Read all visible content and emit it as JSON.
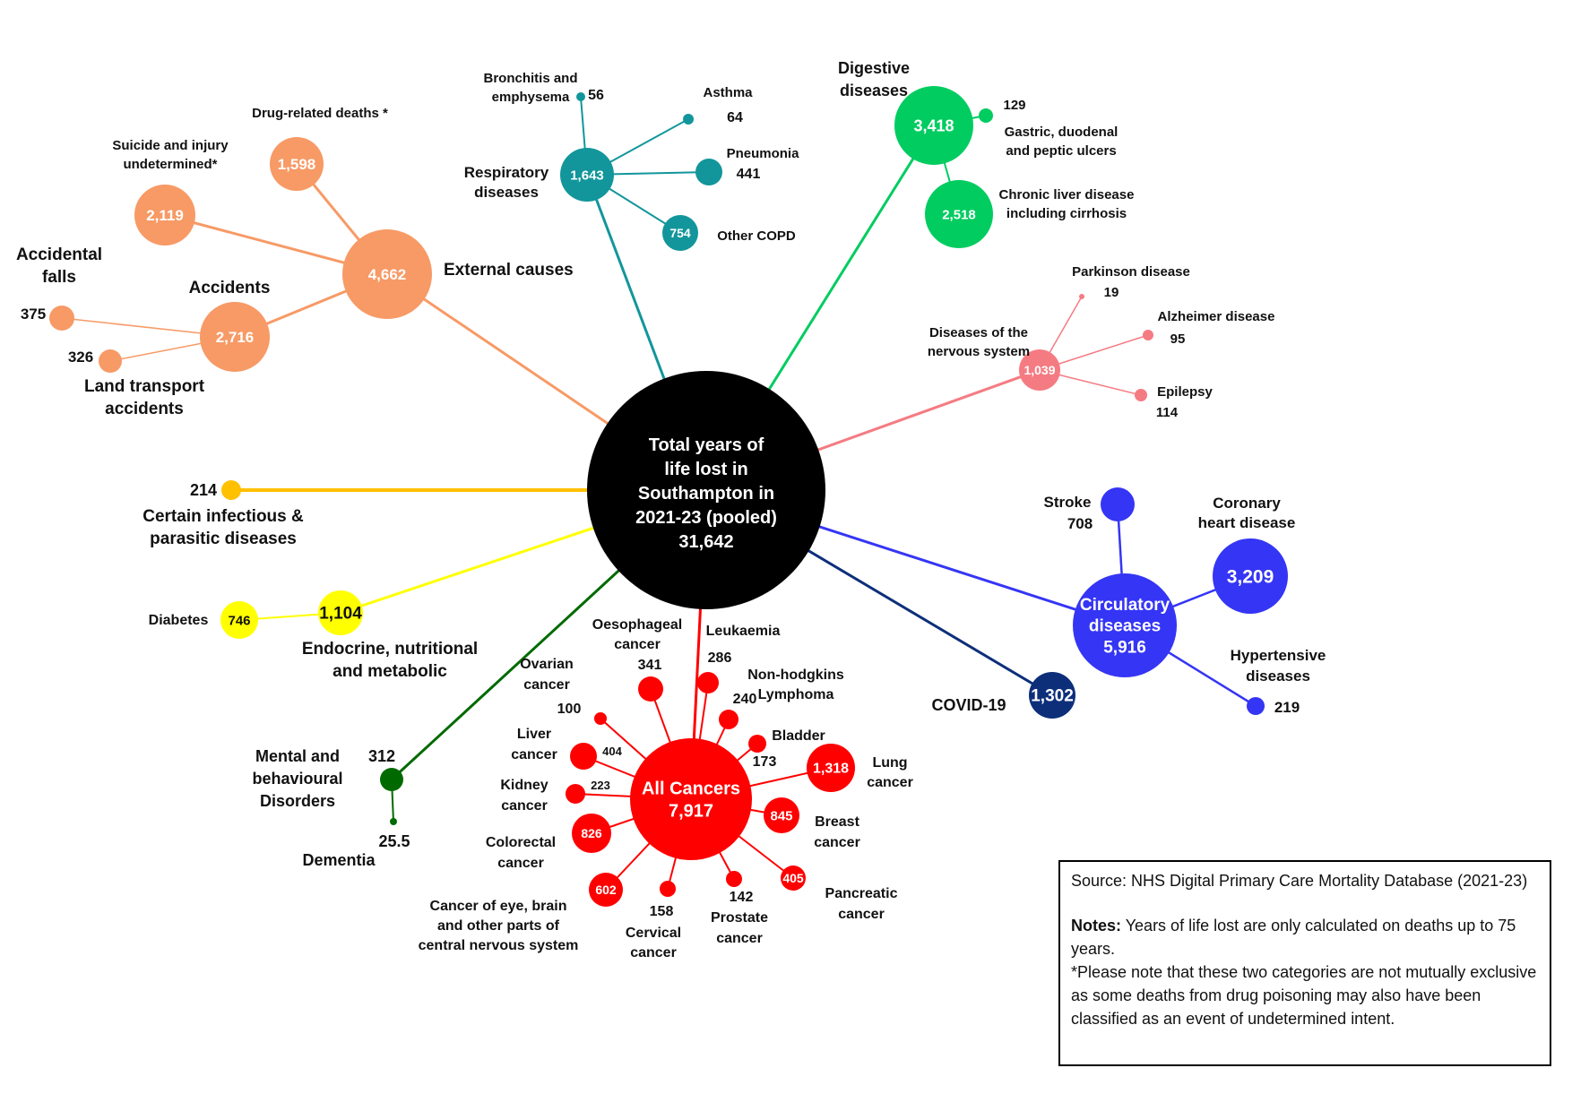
{
  "center": {
    "lines": [
      "Total years of",
      "life lost in",
      "Southampton in",
      "2021-23 (pooled)",
      "31,642"
    ],
    "color": "#000000"
  },
  "colors": {
    "external": "#F79A66",
    "respiratory": "#12969B",
    "digestive": "#00CC60",
    "nervous": "#F57B82",
    "circulatory": "#3535F5",
    "covid": "#0D2F7A",
    "cancer": "#FF0000",
    "mental": "#006A00",
    "endocrine": "#FFFF00",
    "infectious": "#FFC000"
  },
  "nodes": [
    {
      "id": "external",
      "value": "4,662",
      "label": [
        "External causes"
      ]
    },
    {
      "id": "accidents",
      "value": "2,716",
      "label": [
        "Accidents"
      ]
    },
    {
      "id": "falls",
      "value": "375",
      "label": [
        "Accidental",
        "falls"
      ]
    },
    {
      "id": "land",
      "value": "326",
      "label": [
        "Land transport",
        "accidents"
      ]
    },
    {
      "id": "suicide",
      "value": "2,119",
      "label": [
        "Suicide and injury",
        "undetermined*"
      ]
    },
    {
      "id": "drug",
      "value": "1,598",
      "label": [
        "Drug-related deaths *"
      ]
    },
    {
      "id": "respiratory",
      "value": "1,643",
      "label": [
        "Respiratory",
        "diseases"
      ]
    },
    {
      "id": "bronchitis",
      "value": "56",
      "label": [
        "Bronchitis and",
        "emphysema"
      ]
    },
    {
      "id": "asthma",
      "value": "64",
      "label": [
        "Asthma"
      ]
    },
    {
      "id": "pneumonia",
      "value": "441",
      "label": [
        "Pneumonia"
      ]
    },
    {
      "id": "copd",
      "value": "754",
      "label": [
        "Other COPD"
      ]
    },
    {
      "id": "digestive",
      "value": "3,418",
      "label": [
        "Digestive",
        "diseases"
      ]
    },
    {
      "id": "gastric",
      "value": "129",
      "label": [
        "Gastric, duodenal",
        "and peptic ulcers"
      ]
    },
    {
      "id": "liver",
      "value": "2,518",
      "label": [
        "Chronic liver disease",
        "including cirrhosis"
      ]
    },
    {
      "id": "nervous",
      "value": "1,039",
      "label": [
        "Diseases of the",
        "nervous system"
      ]
    },
    {
      "id": "parkinson",
      "value": "19",
      "label": [
        "Parkinson disease"
      ]
    },
    {
      "id": "alzheimer",
      "value": "95",
      "label": [
        "Alzheimer disease"
      ]
    },
    {
      "id": "epilepsy",
      "value": "114",
      "label": [
        "Epilepsy"
      ]
    },
    {
      "id": "circulatory",
      "value": "5,916",
      "label": [
        "Circulatory",
        "diseases"
      ]
    },
    {
      "id": "stroke",
      "value": "708",
      "label": [
        "Stroke"
      ]
    },
    {
      "id": "chd",
      "value": "3,209",
      "label": [
        "Coronary",
        "heart disease"
      ]
    },
    {
      "id": "hypertensive",
      "value": "219",
      "label": [
        "Hypertensive",
        "diseases"
      ]
    },
    {
      "id": "covid",
      "value": "1,302",
      "label": [
        "COVID-19"
      ]
    },
    {
      "id": "cancers",
      "value": "7,917",
      "label": [
        "All Cancers"
      ]
    },
    {
      "id": "oesophageal",
      "value": "341",
      "label": [
        "Oesophageal",
        "cancer"
      ]
    },
    {
      "id": "leukaemia",
      "value": "286",
      "label": [
        "Leukaemia"
      ]
    },
    {
      "id": "nhl",
      "value": "240",
      "label": [
        "Non-hodgkins",
        "Lymphoma"
      ]
    },
    {
      "id": "bladder",
      "value": "173",
      "label": [
        "Bladder"
      ]
    },
    {
      "id": "lung",
      "value": "1,318",
      "label": [
        "Lung",
        "cancer"
      ]
    },
    {
      "id": "breast",
      "value": "845",
      "label": [
        "Breast",
        "cancer"
      ]
    },
    {
      "id": "pancreatic",
      "value": "405",
      "label": [
        "Pancreatic",
        "cancer"
      ]
    },
    {
      "id": "prostate",
      "value": "142",
      "label": [
        "Prostate",
        "cancer"
      ]
    },
    {
      "id": "cervical",
      "value": "158",
      "label": [
        "Cervical",
        "cancer"
      ]
    },
    {
      "id": "cns",
      "value": "602",
      "label": [
        "Cancer of eye, brain",
        "and other parts of",
        "central nervous system"
      ]
    },
    {
      "id": "colorectal",
      "value": "826",
      "label": [
        "Colorectal",
        "cancer"
      ]
    },
    {
      "id": "kidney",
      "value": "223",
      "label": [
        "Kidney",
        "cancer"
      ]
    },
    {
      "id": "livercancer",
      "value": "404",
      "label": [
        "Liver",
        "cancer"
      ]
    },
    {
      "id": "ovarian",
      "value": "100",
      "label": [
        "Ovarian",
        "cancer"
      ]
    },
    {
      "id": "mental",
      "value": "312",
      "label": [
        "Mental and",
        "behavioural",
        "Disorders"
      ]
    },
    {
      "id": "dementia",
      "value": "25.5",
      "label": [
        "Dementia"
      ]
    },
    {
      "id": "endocrine",
      "value": "1,104",
      "label": [
        "Endocrine, nutritional",
        "and metabolic"
      ]
    },
    {
      "id": "diabetes",
      "value": "746",
      "label": [
        "Diabetes"
      ]
    },
    {
      "id": "infectious",
      "value": "214",
      "label": [
        "Certain infectious &",
        "parasitic diseases"
      ]
    }
  ],
  "notes": {
    "source": "Source: NHS Digital Primary Care Mortality Database (2021-23)",
    "notes_label": "Notes:",
    "notes_text": " Years  of life lost are only calculated on deaths up to 75 years.",
    "footnote": "*Please note that these two categories are not mutually exclusive as some deaths from drug poisoning may also have been classified as an event of undetermined intent."
  }
}
